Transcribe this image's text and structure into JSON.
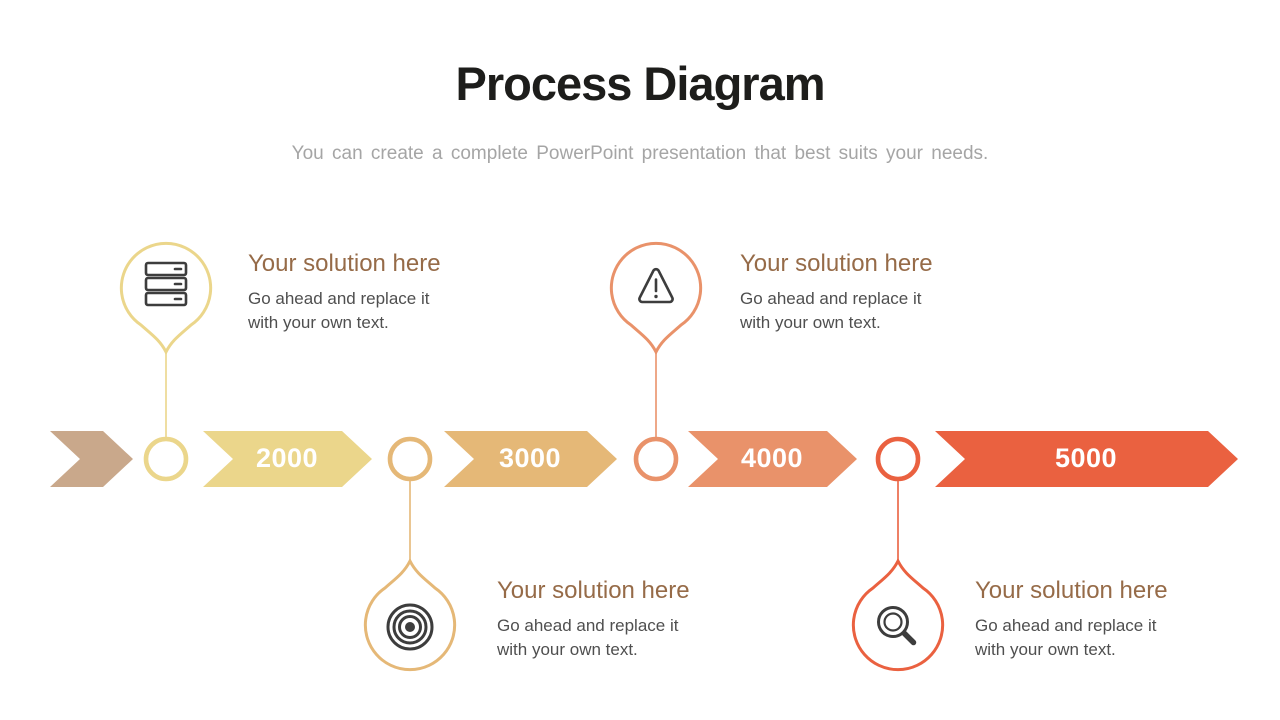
{
  "slide": {
    "title": "Process Diagram",
    "subtitle": "You can create a complete PowerPoint presentation that best suits your needs."
  },
  "colors": {
    "title": "#1d1d1b",
    "subtitle": "#a5a5a5",
    "heading": "#966b48",
    "body_text": "#4f4f4f",
    "icon": "#3d3d3d",
    "arrow_label": "#ffffff",
    "start_chevron": "#c9a88b"
  },
  "timeline": {
    "arrows": [
      {
        "label": "2000",
        "color": "#ebd68b"
      },
      {
        "label": "3000",
        "color": "#e5b877"
      },
      {
        "label": "4000",
        "color": "#e9926a"
      },
      {
        "label": "5000",
        "color": "#ea6140"
      }
    ]
  },
  "markers": [
    {
      "icon": "server-icon",
      "position": "top",
      "color": "#ebd68b",
      "heading": "Your solution here",
      "body": "Go ahead and replace it with your own text."
    },
    {
      "icon": "target-icon",
      "position": "bottom",
      "color": "#e5b877",
      "heading": "Your solution here",
      "body": "Go ahead and replace it with your own text."
    },
    {
      "icon": "warning-icon",
      "position": "top",
      "color": "#e9926a",
      "heading": "Your solution here",
      "body": "Go ahead and replace it with your own text."
    },
    {
      "icon": "search-icon",
      "position": "bottom",
      "color": "#ea6140",
      "heading": "Your solution here",
      "body": "Go ahead and replace it with your own text."
    }
  ]
}
